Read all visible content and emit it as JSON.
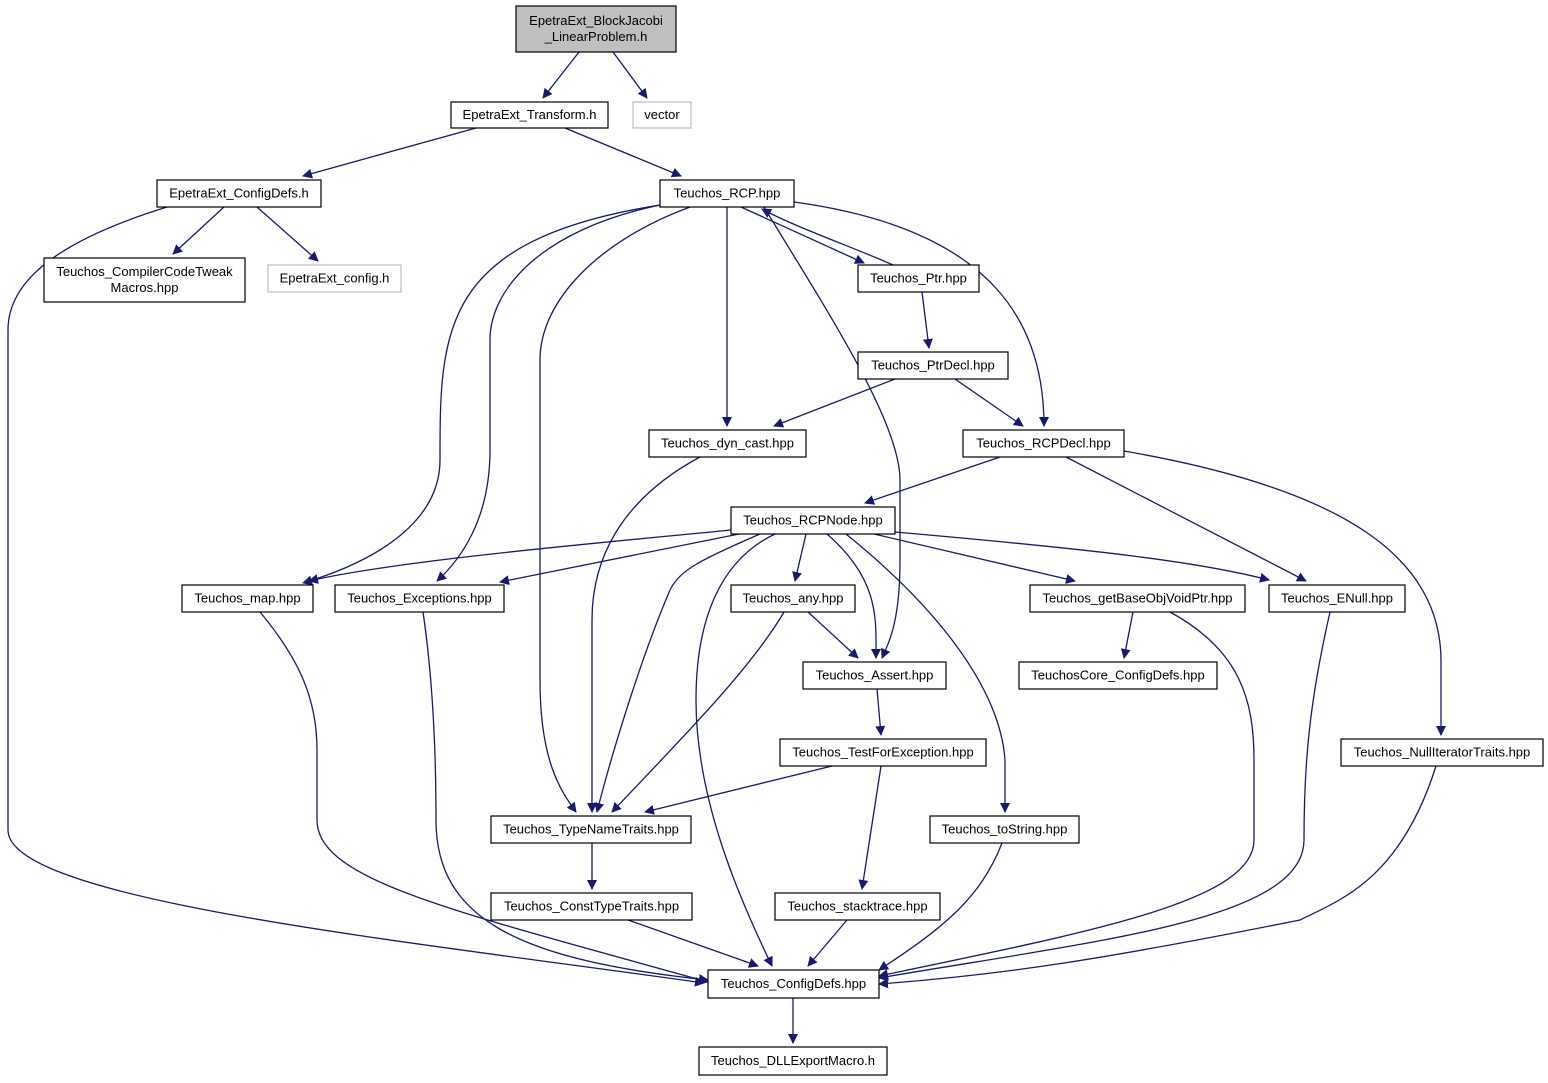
{
  "colors": {
    "edge": "#191970",
    "node_border": "#000000",
    "root_fill": "#bfbfbf",
    "external_border": "#bfbfbf",
    "node_fill": "#ffffff"
  },
  "nodes": [
    {
      "id": "root",
      "lines": [
        "EpetraExt_BlockJacobi",
        "_LinearProblem.h"
      ],
      "kind": "root"
    },
    {
      "id": "transform",
      "lines": [
        "EpetraExt_Transform.h"
      ],
      "kind": "normal"
    },
    {
      "id": "vector",
      "lines": [
        "vector"
      ],
      "kind": "external"
    },
    {
      "id": "configdefs_h",
      "lines": [
        "EpetraExt_ConfigDefs.h"
      ],
      "kind": "normal"
    },
    {
      "id": "rcp",
      "lines": [
        "Teuchos_RCP.hpp"
      ],
      "kind": "normal"
    },
    {
      "id": "compilercode",
      "lines": [
        "Teuchos_CompilerCodeTweak",
        "Macros.hpp"
      ],
      "kind": "normal"
    },
    {
      "id": "epetraext_config",
      "lines": [
        "EpetraExt_config.h"
      ],
      "kind": "external"
    },
    {
      "id": "ptr",
      "lines": [
        "Teuchos_Ptr.hpp"
      ],
      "kind": "normal"
    },
    {
      "id": "ptrdecl",
      "lines": [
        "Teuchos_PtrDecl.hpp"
      ],
      "kind": "normal"
    },
    {
      "id": "dyn_cast",
      "lines": [
        "Teuchos_dyn_cast.hpp"
      ],
      "kind": "normal"
    },
    {
      "id": "rcpdecl",
      "lines": [
        "Teuchos_RCPDecl.hpp"
      ],
      "kind": "normal"
    },
    {
      "id": "rcpnode",
      "lines": [
        "Teuchos_RCPNode.hpp"
      ],
      "kind": "normal"
    },
    {
      "id": "map",
      "lines": [
        "Teuchos_map.hpp"
      ],
      "kind": "normal"
    },
    {
      "id": "exceptions",
      "lines": [
        "Teuchos_Exceptions.hpp"
      ],
      "kind": "normal"
    },
    {
      "id": "any",
      "lines": [
        "Teuchos_any.hpp"
      ],
      "kind": "normal"
    },
    {
      "id": "getbaseobj",
      "lines": [
        "Teuchos_getBaseObjVoidPtr.hpp"
      ],
      "kind": "normal"
    },
    {
      "id": "enull",
      "lines": [
        "Teuchos_ENull.hpp"
      ],
      "kind": "normal"
    },
    {
      "id": "assert",
      "lines": [
        "Teuchos_Assert.hpp"
      ],
      "kind": "normal"
    },
    {
      "id": "teuchoscore",
      "lines": [
        "TeuchosCore_ConfigDefs.hpp"
      ],
      "kind": "normal"
    },
    {
      "id": "testforexc",
      "lines": [
        "Teuchos_TestForException.hpp"
      ],
      "kind": "normal"
    },
    {
      "id": "nulliter",
      "lines": [
        "Teuchos_NullIteratorTraits.hpp"
      ],
      "kind": "normal"
    },
    {
      "id": "typename",
      "lines": [
        "Teuchos_TypeNameTraits.hpp"
      ],
      "kind": "normal"
    },
    {
      "id": "tostring",
      "lines": [
        "Teuchos_toString.hpp"
      ],
      "kind": "normal"
    },
    {
      "id": "consttype",
      "lines": [
        "Teuchos_ConstTypeTraits.hpp"
      ],
      "kind": "normal"
    },
    {
      "id": "stacktrace",
      "lines": [
        "Teuchos_stacktrace.hpp"
      ],
      "kind": "normal"
    },
    {
      "id": "configdefs_hpp",
      "lines": [
        "Teuchos_ConfigDefs.hpp"
      ],
      "kind": "normal"
    },
    {
      "id": "dllexport",
      "lines": [
        "Teuchos_DLLExportMacro.h"
      ],
      "kind": "normal"
    }
  ],
  "edges": [
    {
      "from": "root",
      "to": "transform"
    },
    {
      "from": "root",
      "to": "vector"
    },
    {
      "from": "transform",
      "to": "configdefs_h"
    },
    {
      "from": "transform",
      "to": "rcp"
    },
    {
      "from": "configdefs_h",
      "to": "compilercode"
    },
    {
      "from": "configdefs_h",
      "to": "epetraext_config"
    },
    {
      "from": "configdefs_h",
      "to": "configdefs_hpp"
    },
    {
      "from": "rcp",
      "to": "ptr"
    },
    {
      "from": "ptr",
      "to": "rcp"
    },
    {
      "from": "rcp",
      "to": "dyn_cast"
    },
    {
      "from": "rcp",
      "to": "rcpdecl"
    },
    {
      "from": "rcp",
      "to": "map"
    },
    {
      "from": "rcp",
      "to": "exceptions"
    },
    {
      "from": "rcp",
      "to": "typename"
    },
    {
      "from": "rcp",
      "to": "assert"
    },
    {
      "from": "ptr",
      "to": "ptrdecl"
    },
    {
      "from": "ptrdecl",
      "to": "dyn_cast"
    },
    {
      "from": "ptrdecl",
      "to": "rcpdecl"
    },
    {
      "from": "dyn_cast",
      "to": "typename"
    },
    {
      "from": "rcpdecl",
      "to": "rcpnode"
    },
    {
      "from": "rcpdecl",
      "to": "enull"
    },
    {
      "from": "rcpdecl",
      "to": "nulliter"
    },
    {
      "from": "rcpnode",
      "to": "map"
    },
    {
      "from": "rcpnode",
      "to": "exceptions"
    },
    {
      "from": "rcpnode",
      "to": "any"
    },
    {
      "from": "rcpnode",
      "to": "assert"
    },
    {
      "from": "rcpnode",
      "to": "getbaseobj"
    },
    {
      "from": "rcpnode",
      "to": "enull"
    },
    {
      "from": "rcpnode",
      "to": "typename"
    },
    {
      "from": "rcpnode",
      "to": "configdefs_hpp"
    },
    {
      "from": "rcpnode",
      "to": "tostring"
    },
    {
      "from": "any",
      "to": "assert"
    },
    {
      "from": "any",
      "to": "typename"
    },
    {
      "from": "assert",
      "to": "testforexc"
    },
    {
      "from": "testforexc",
      "to": "typename"
    },
    {
      "from": "testforexc",
      "to": "stacktrace"
    },
    {
      "from": "getbaseobj",
      "to": "teuchoscore"
    },
    {
      "from": "getbaseobj",
      "to": "configdefs_hpp"
    },
    {
      "from": "map",
      "to": "configdefs_hpp"
    },
    {
      "from": "exceptions",
      "to": "configdefs_hpp"
    },
    {
      "from": "enull",
      "to": "configdefs_hpp"
    },
    {
      "from": "nulliter",
      "to": "configdefs_hpp"
    },
    {
      "from": "typename",
      "to": "consttype"
    },
    {
      "from": "consttype",
      "to": "configdefs_hpp"
    },
    {
      "from": "stacktrace",
      "to": "configdefs_hpp"
    },
    {
      "from": "tostring",
      "to": "configdefs_hpp"
    },
    {
      "from": "configdefs_hpp",
      "to": "dllexport"
    }
  ]
}
